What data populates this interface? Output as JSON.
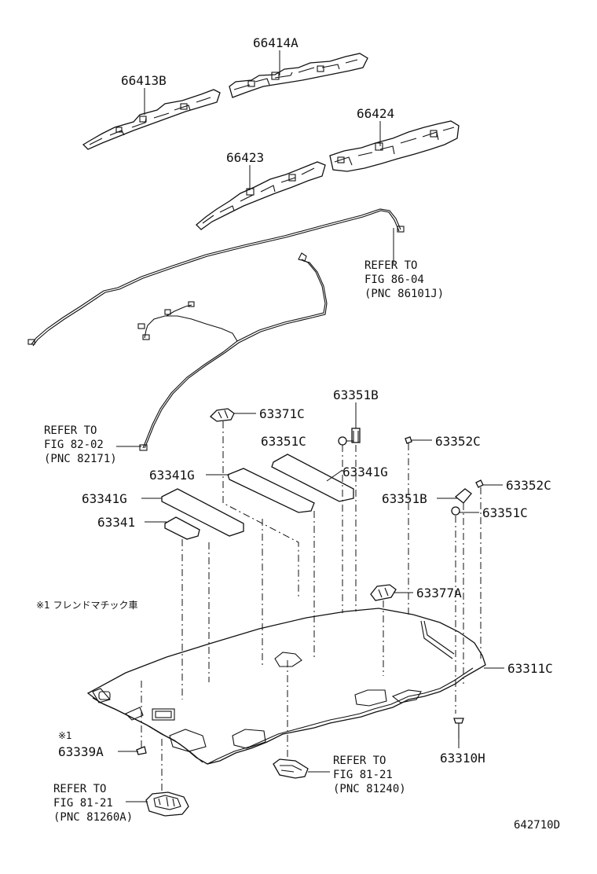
{
  "parts": {
    "p66414A": "66414A",
    "p66413B": "66413B",
    "p66424": "66424",
    "p66423": "66423",
    "p63351B_top": "63351B",
    "p63371C": "63371C",
    "p63351C_left": "63351C",
    "p63352C_top": "63352C",
    "p63341G_a": "63341G",
    "p63341G_b": "63341G",
    "p63352C_right": "63352C",
    "p63341G_c": "63341G",
    "p63351B_right": "63351B",
    "p63351C_right": "63351C",
    "p63341": "63341",
    "p63377A": "63377A",
    "p63311C": "63311C",
    "p63339A": "63339A",
    "p63310H": "63310H"
  },
  "refs": {
    "fig86": [
      "REFER TO",
      "FIG 86-04",
      "(PNC 86101J)"
    ],
    "fig82": [
      "REFER TO",
      "FIG 82-02",
      "(PNC 82171)"
    ],
    "fig81_right": [
      "REFER TO",
      "FIG 81-21",
      "(PNC 81240)"
    ],
    "fig81_left": [
      "REFER TO",
      "FIG 81-21",
      "(PNC 81260A)"
    ]
  },
  "notes": {
    "blendmatic": "※1  フレンドマチック車",
    "mark1": "※1"
  },
  "figure_code": "642710D"
}
